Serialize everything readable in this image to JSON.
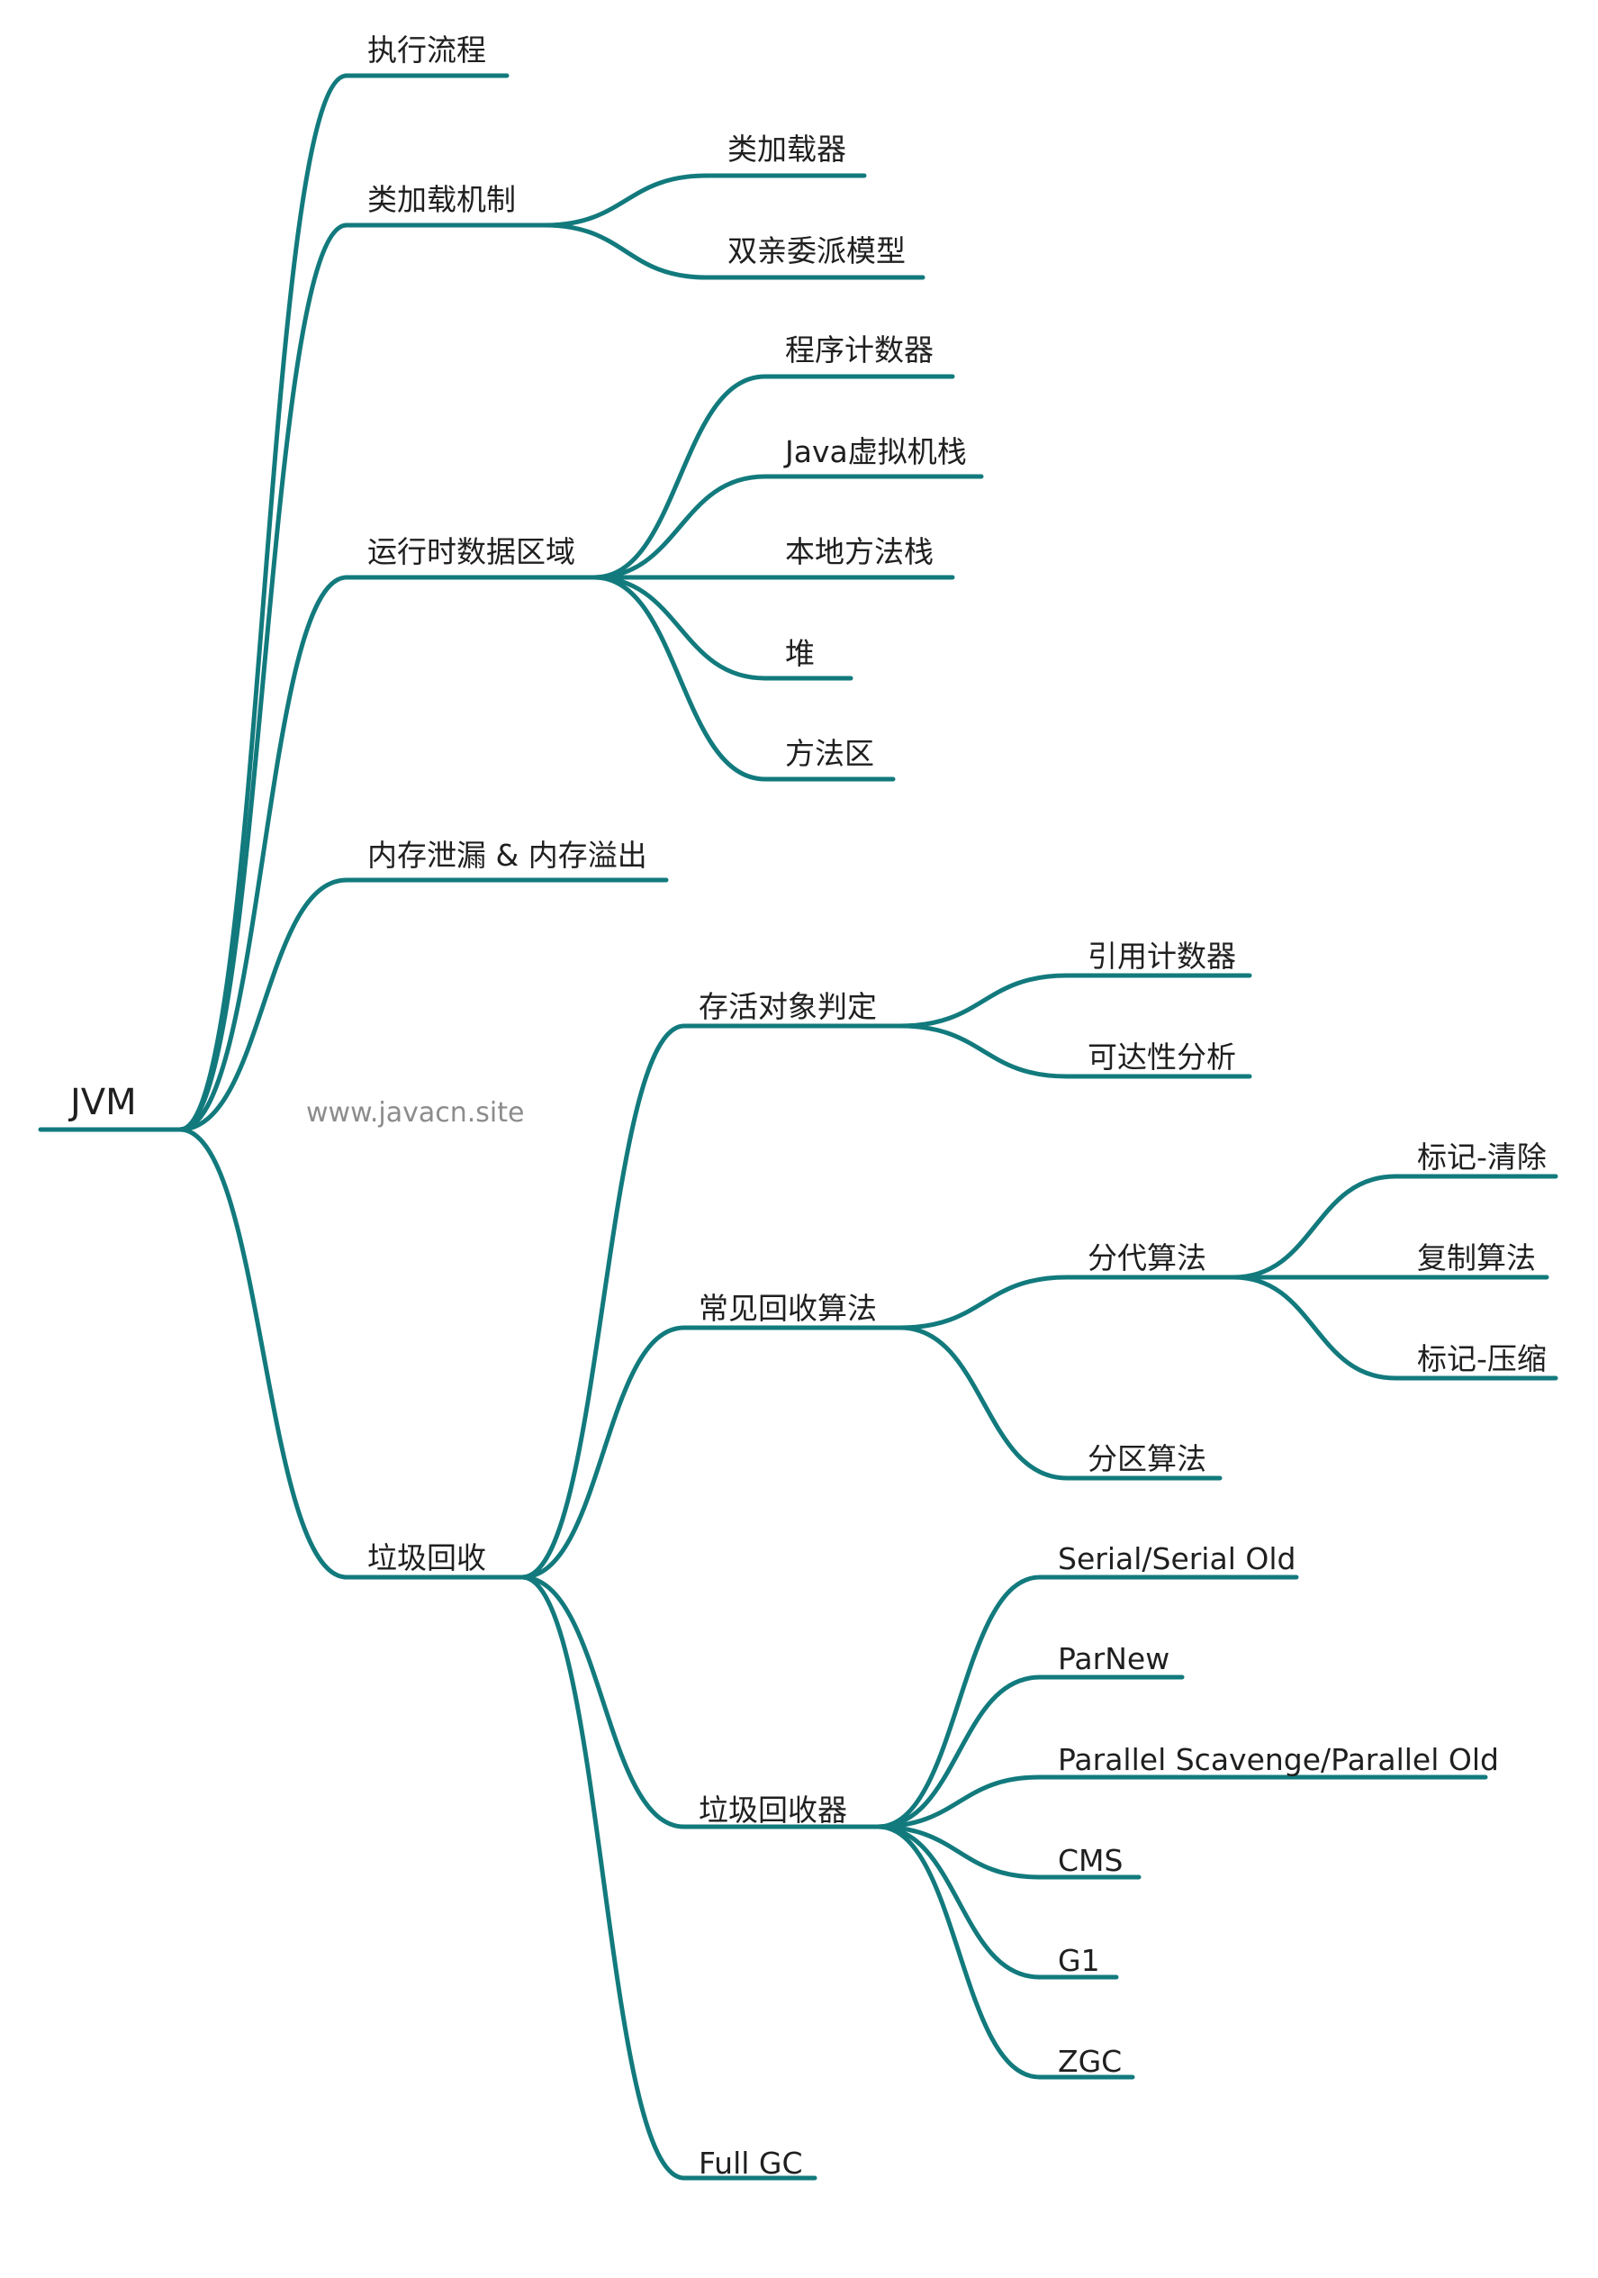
{
  "colors": {
    "branch": "#127a7d",
    "text": "#1f1f1f",
    "watermark": "#8c8c8c"
  },
  "root": {
    "label": "JVM"
  },
  "watermark": "www.javacn.site",
  "nodes": {
    "exec_flow": "执行流程",
    "class_loading": "类加载机制",
    "class_loader": "类加载器",
    "parent_delegation": "双亲委派模型",
    "runtime_areas": "运行时数据区域",
    "pc_register": "程序计数器",
    "jvm_stack": "Java虚拟机栈",
    "native_stack": "本地方法栈",
    "heap": "堆",
    "method_area": "方法区",
    "leak_overflow": "内存泄漏 & 内存溢出",
    "gc": "垃圾回收",
    "alive_judge": "存活对象判定",
    "ref_count": "引用计数器",
    "reachability": "可达性分析",
    "gc_algorithms": "常见回收算法",
    "generational": "分代算法",
    "mark_sweep": "标记-清除",
    "copying": "复制算法",
    "mark_compact": "标记-压缩",
    "region": "分区算法",
    "collectors": "垃圾回收器",
    "serial": "Serial/Serial Old",
    "parnew": "ParNew",
    "parallel": "Parallel Scavenge/Parallel Old",
    "cms": "CMS",
    "g1": "G1",
    "zgc": "ZGC",
    "full_gc": "Full GC"
  }
}
